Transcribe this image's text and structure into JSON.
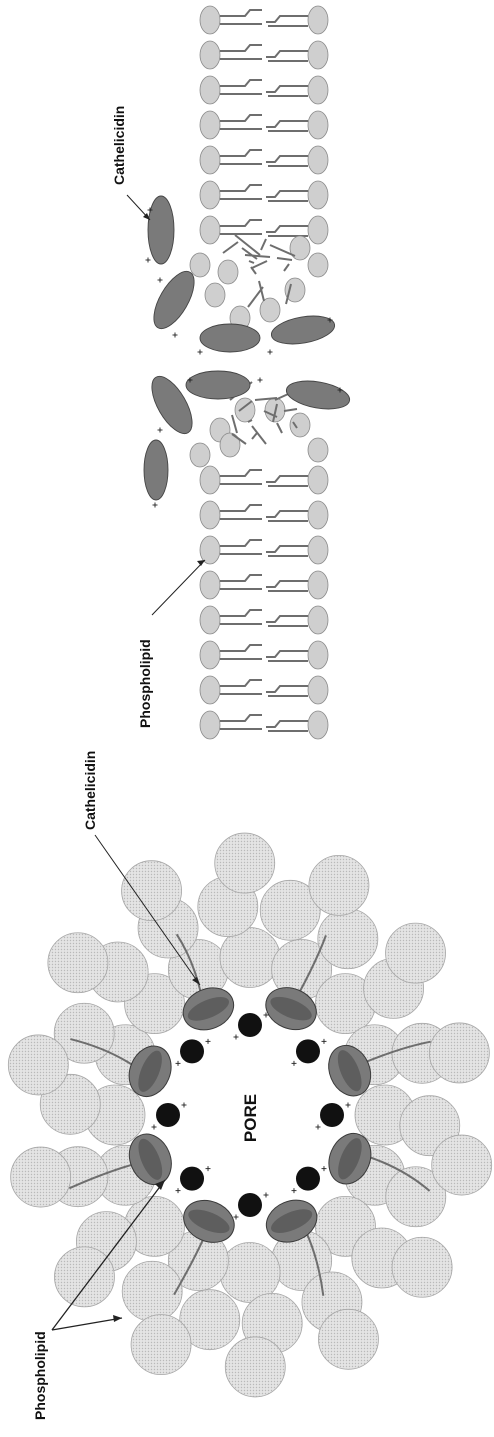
{
  "labels": {
    "top_cathelicidin": "Cathelicidin",
    "mid_phospholipid": "Phospholipid",
    "bottom_cathelicidin": "Cathelicidin",
    "bottom_phospholipid": "Phospholipid",
    "pore": "PORE"
  },
  "colors": {
    "phospholipid_head": "#cfcfcf",
    "head_stroke": "#8a8a8a",
    "peptide": "#7a7a7a",
    "peptide_dark": "#5e5e5e",
    "tail": "#6e6e6e",
    "black_bead": "#111111",
    "text": "#111111"
  },
  "icons": {
    "phospholipid": "phospholipid-head-icon",
    "cathelicidin": "cathelicidin-peptide-icon",
    "charge": "positive-charge-icon"
  }
}
